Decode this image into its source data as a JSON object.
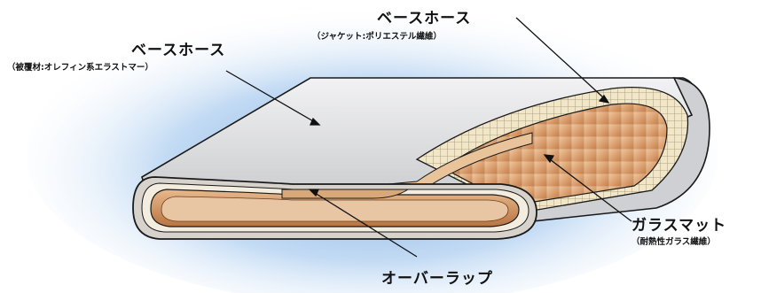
{
  "labels": {
    "base_hose_left": {
      "title": "ベースホース",
      "subtitle": "（被覆材:オレフィン系エラストマー）"
    },
    "base_hose_top": {
      "title": "ベースホース",
      "subtitle": "（ジャケット:ポリエステル繊維）"
    },
    "glass_mat": {
      "title": "ガラスマット",
      "subtitle": "（耐熱性ガラス繊維）"
    },
    "overlap": {
      "title": "オーバーラップ"
    }
  },
  "colors": {
    "background_glow": "#8fb9e6",
    "outer_cover": "#d9dadd",
    "jacket_weave": "#efe2c2",
    "glass_mat": "#d99a6a",
    "inner_tube": "#c98950",
    "outline": "#1a1a1a"
  }
}
